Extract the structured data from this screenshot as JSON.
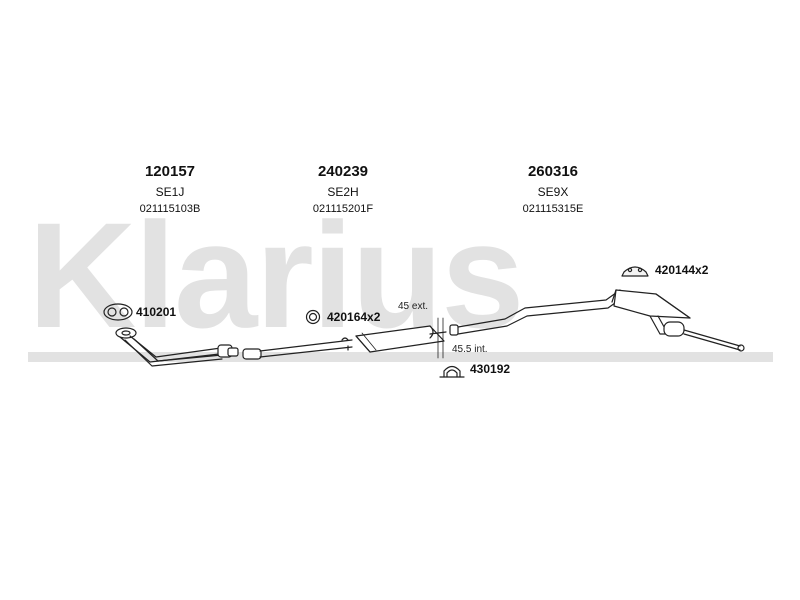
{
  "brand": "Klarius",
  "parts": [
    {
      "number": "120157",
      "code": "SE1J",
      "oem": "021115103B"
    },
    {
      "number": "240239",
      "code": "SE2H",
      "oem": "021115201F"
    },
    {
      "number": "260316",
      "code": "SE9X",
      "oem": "021115315E"
    }
  ],
  "fittings": [
    {
      "number": "410201"
    },
    {
      "number": "420164x2"
    },
    {
      "number": "420144x2"
    },
    {
      "number": "430192"
    }
  ],
  "notes": {
    "ext": "45 ext.",
    "int": "45.5 int."
  }
}
